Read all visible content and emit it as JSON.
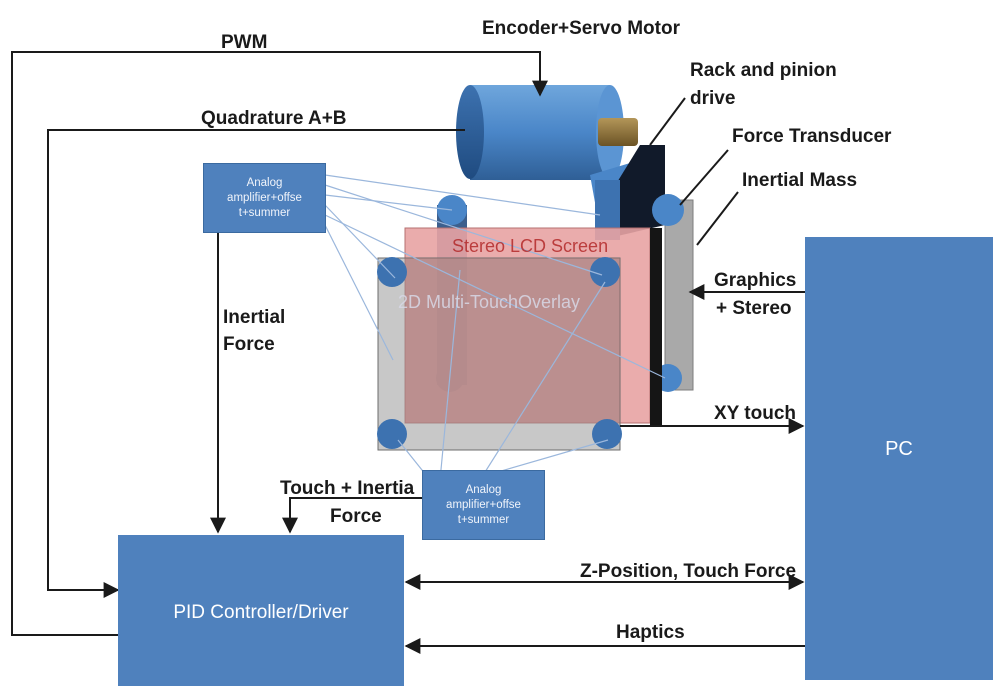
{
  "labels": {
    "pwm": "PWM",
    "encoder_motor": "Encoder+Servo Motor",
    "rack_pinion_1": "Rack and pinion",
    "rack_pinion_2": "drive",
    "quadrature": "Quadrature  A+B",
    "force_transducer": "Force Transducer",
    "inertial_mass": "Inertial Mass",
    "graphics_1": "Graphics",
    "graphics_2": "+ Stereo",
    "inertial_force_1": "Inertial",
    "inertial_force_2": "Force",
    "stereo_lcd": "Stereo LCD Screen",
    "multitouch": "2D Multi-TouchOverlay",
    "xy_touch": "XY touch",
    "touch_inertia_1": "Touch + Inertia",
    "touch_inertia_2": "Force",
    "z_position": "Z-Position, Touch Force",
    "haptics": "Haptics"
  },
  "boxes": {
    "amp_top": [
      "Analog",
      "amplifier+offse",
      "t+summer"
    ],
    "amp_bottom": [
      "Analog",
      "amplifier+offse",
      "t+summer"
    ],
    "pc": "PC",
    "pid": "PID Controller/Driver"
  },
  "colors": {
    "box_blue": "#4f81bd",
    "motor_blue": "#4a86c8",
    "lcd_pink": "#e8a3a3",
    "overlay_gray": "#b8b8b8",
    "line_black": "#1a1a1a"
  }
}
